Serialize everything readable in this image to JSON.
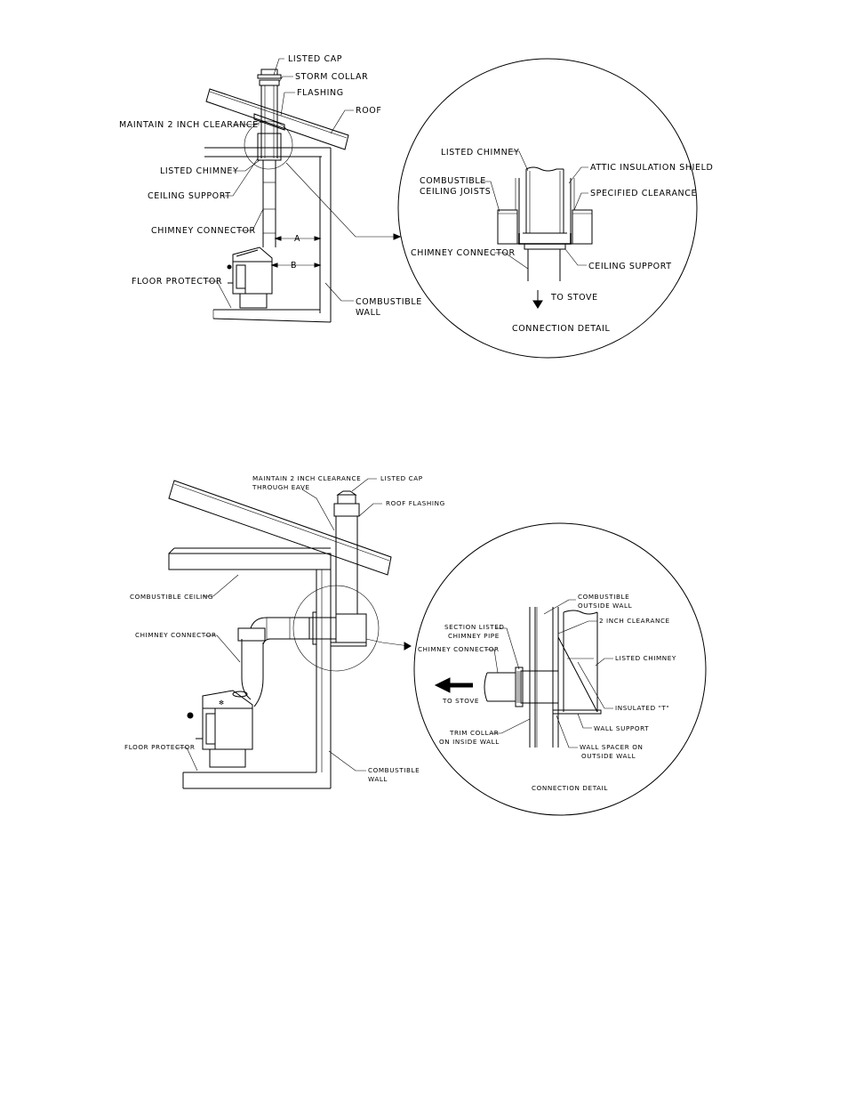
{
  "diagram_top": {
    "labels": {
      "listed_cap": "LISTED CAP",
      "storm_collar": "STORM COLLAR",
      "flashing": "FLASHING",
      "roof": "ROOF",
      "maintain_clearance": "MAINTAIN 2 INCH CLEARANCE",
      "listed_chimney": "LISTED CHIMNEY",
      "ceiling_support": "CEILING SUPPORT",
      "chimney_connector": "CHIMNEY CONNECTOR",
      "dim_a": "A",
      "dim_b": "B",
      "floor_protector": "FLOOR PROTECTOR",
      "combustible_wall_1": "COMBUSTIBLE",
      "combustible_wall_2": "WALL"
    },
    "detail": {
      "listed_chimney": "LISTED CHIMNEY",
      "attic_insulation_shield": "ATTIC INSULATION SHIELD",
      "combustible_joists_1": "COMBUSTIBLE",
      "combustible_joists_2": "CEILING JOISTS",
      "specified_clearance": "SPECIFIED CLEARANCE",
      "chimney_connector": "CHIMNEY CONNECTOR",
      "ceiling_support": "CEILING SUPPORT",
      "to_stove": "TO STOVE",
      "caption": "CONNECTION DETAIL"
    }
  },
  "diagram_bottom": {
    "labels": {
      "maintain_clearance_1": "MAINTAIN 2 INCH CLEARANCE",
      "maintain_clearance_2": "THROUGH EAVE",
      "listed_cap": "LISTED CAP",
      "roof_flashing": "ROOF FLASHING",
      "combustible_ceiling": "COMBUSTIBLE CEILING",
      "chimney_connector": "CHIMNEY CONNECTOR",
      "floor_protector": "FLOOR PROTECTOR",
      "combustible_wall_1": "COMBUSTIBLE",
      "combustible_wall_2": "WALL"
    },
    "detail": {
      "combustible_outside_wall_1": "COMBUSTIBLE",
      "combustible_outside_wall_2": "OUTSIDE WALL",
      "two_inch_clearance": "2 INCH CLEARANCE",
      "section_listed_pipe_1": "SECTION LISTED",
      "section_listed_pipe_2": "CHIMNEY PIPE",
      "chimney_connector": "CHIMNEY CONNECTOR",
      "listed_chimney": "LISTED CHIMNEY",
      "to_stove": "TO STOVE",
      "insulated_t": "INSULATED \"T\"",
      "wall_support": "WALL SUPPORT",
      "trim_collar_1": "TRIM COLLAR",
      "trim_collar_2": "ON INSIDE WALL",
      "wall_spacer_1": "WALL SPACER ON",
      "wall_spacer_2": "OUTSIDE WALL",
      "caption": "CONNECTION DETAIL"
    }
  }
}
